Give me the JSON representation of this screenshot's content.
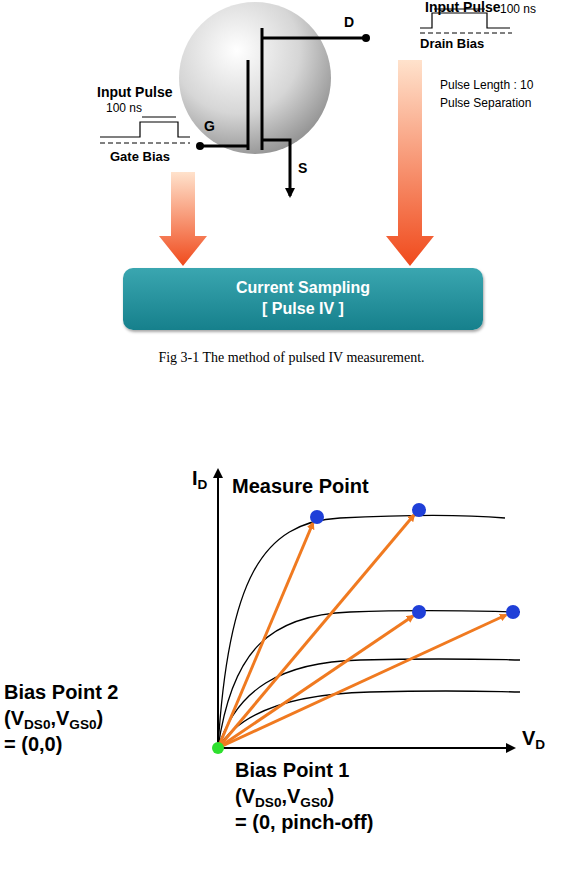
{
  "diagram": {
    "caption": "Fig 3-1 The method of pulsed IV measurement.",
    "nodes": [
      {
        "text": [
          "Current Sampling",
          "[ Pulse IV ]"
        ]
      }
    ],
    "labels": [
      "Input Pulse",
      "100 ns",
      "Drain Bias",
      "D",
      "Pulse Length : 10",
      "Pulse Separation",
      "Input Pulse",
      "100 ns",
      "Gate Bias",
      "G",
      "S",
      "I",
      "D",
      "Measure Point",
      "V",
      "D",
      "Bias Point 2",
      "(V",
      "DS0",
      ",V",
      "GS0",
      ")",
      "= (0,0)",
      "Bias Point 1",
      "(V",
      "DS0",
      ",V",
      "GS0",
      ")",
      "= (0, pinch-off)"
    ]
  }
}
